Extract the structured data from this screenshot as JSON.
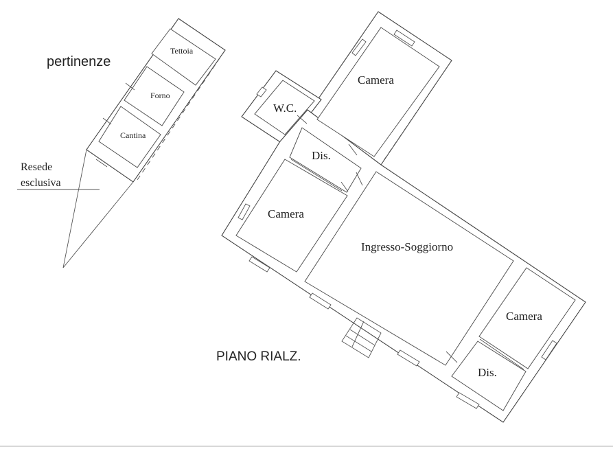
{
  "labels": {
    "pertinenze": "pertinenze",
    "tettoia": "Tettoia",
    "forno": "Forno",
    "cantina": "Cantina",
    "resede_line1": "Resede",
    "resede_line2": "esclusiva",
    "wc": "W.C.",
    "camera_top": "Camera",
    "dis_mid": "Dis.",
    "camera_left": "Camera",
    "ingresso": "Ingresso-Soggiorno",
    "camera_right": "Camera",
    "dis_bottom": "Dis.",
    "piano": "PIANO RIALZ."
  }
}
